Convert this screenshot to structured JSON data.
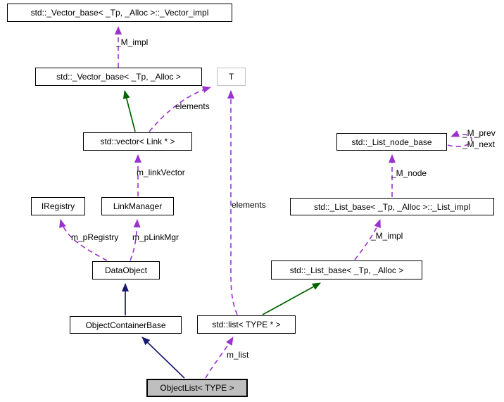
{
  "diagram": {
    "kind": "collaboration-graph",
    "colors": {
      "usage_edge": "#9a32cd",
      "public_inheritance_edge": "#191970",
      "protected_inheritance_edge": "#006400",
      "node_border": "#000000",
      "template_node_border": "#c0c0c0",
      "current_node_fill": "#bfbfbf"
    },
    "nodes": [
      {
        "id": "vector-impl",
        "label": "std::_Vector_base< _Tp, _Alloc >::_Vector_impl"
      },
      {
        "id": "vector-base",
        "label": "std::_Vector_base< _Tp, _Alloc >"
      },
      {
        "id": "template-param",
        "label": "T"
      },
      {
        "id": "vector-link",
        "label": "std::vector< Link * >"
      },
      {
        "id": "iregistry",
        "label": "IRegistry"
      },
      {
        "id": "linkmanager",
        "label": "LinkManager"
      },
      {
        "id": "dataobject",
        "label": "DataObject"
      },
      {
        "id": "objectcontainerbase",
        "label": "ObjectContainerBase"
      },
      {
        "id": "list-node-base",
        "label": "std::_List_node_base"
      },
      {
        "id": "list-impl",
        "label": "std::_List_base< _Tp, _Alloc >::_List_impl"
      },
      {
        "id": "list-base",
        "label": "std::_List_base< _Tp, _Alloc >"
      },
      {
        "id": "list-type",
        "label": "std::list< TYPE * >"
      },
      {
        "id": "objectlist",
        "label": "ObjectList< TYPE >"
      }
    ],
    "edge_labels": [
      {
        "text": "_M_impl"
      },
      {
        "text": "elements"
      },
      {
        "text": "m_linkVector"
      },
      {
        "text": "m_pRegistry"
      },
      {
        "text": "m_pLinkMgr"
      },
      {
        "text": "_M_prev"
      },
      {
        "text": "_M_next"
      },
      {
        "text": "_M_node"
      },
      {
        "text": "elements"
      },
      {
        "text": "_M_impl"
      },
      {
        "text": "m_list"
      }
    ],
    "edges": [
      {
        "from": "std::_Vector_base< _Tp, _Alloc >",
        "to": "std::_Vector_base< _Tp, _Alloc >::_Vector_impl",
        "label": "_M_impl",
        "type": "usage"
      },
      {
        "from": "std::vector< Link * >",
        "to": "std::_Vector_base< _Tp, _Alloc >",
        "label": "",
        "type": "protected-inheritance"
      },
      {
        "from": "std::vector< Link * >",
        "to": "T",
        "label": "elements",
        "type": "usage"
      },
      {
        "from": "LinkManager",
        "to": "std::vector< Link * >",
        "label": "m_linkVector",
        "type": "usage"
      },
      {
        "from": "DataObject",
        "to": "IRegistry",
        "label": "m_pRegistry",
        "type": "usage"
      },
      {
        "from": "DataObject",
        "to": "LinkManager",
        "label": "m_pLinkMgr",
        "type": "usage"
      },
      {
        "from": "ObjectContainerBase",
        "to": "DataObject",
        "label": "",
        "type": "public-inheritance"
      },
      {
        "from": "ObjectList< TYPE >",
        "to": "ObjectContainerBase",
        "label": "",
        "type": "public-inheritance"
      },
      {
        "from": "ObjectList< TYPE >",
        "to": "std::list< TYPE * >",
        "label": "m_list",
        "type": "usage"
      },
      {
        "from": "std::list< TYPE * >",
        "to": "T",
        "label": "elements",
        "type": "usage"
      },
      {
        "from": "std::list< TYPE * >",
        "to": "std::_List_base< _Tp, _Alloc >",
        "label": "",
        "type": "protected-inheritance"
      },
      {
        "from": "std::_List_base< _Tp, _Alloc >",
        "to": "std::_List_base< _Tp, _Alloc >::_List_impl",
        "label": "_M_impl",
        "type": "usage"
      },
      {
        "from": "std::_List_base< _Tp, _Alloc >::_List_impl",
        "to": "std::_List_node_base",
        "label": "_M_node",
        "type": "usage"
      },
      {
        "from": "std::_List_node_base",
        "to": "std::_List_node_base",
        "label": "_M_prev _M_next",
        "type": "usage"
      }
    ]
  }
}
